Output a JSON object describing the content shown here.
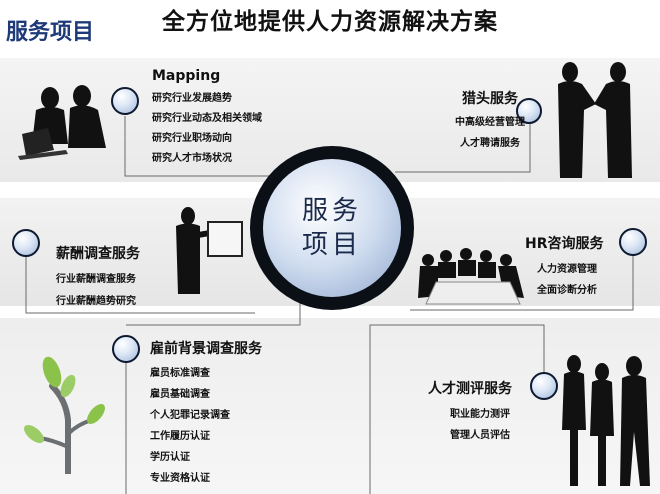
{
  "header": {
    "title": "全方位地提供人力资源解决方案",
    "section_label": "服务项目"
  },
  "hub": {
    "line1": "服务",
    "line2": "项目"
  },
  "services": [
    {
      "title": "Mapping",
      "items": [
        "研究行业发展趋势",
        "研究行业动态及相关领域",
        "研究行业职场动向",
        "研究人才市场状况"
      ]
    },
    {
      "title": "猎头服务",
      "items": [
        "中高级经营管理",
        "人才聘请服务"
      ]
    },
    {
      "title": "薪酬调查服务",
      "items": [
        "行业薪酬调查服务",
        "行业薪酬趋势研究"
      ]
    },
    {
      "title": "HR咨询服务",
      "items": [
        "人力资源管理",
        "全面诊断分析"
      ]
    },
    {
      "title": "雇前背景调查服务",
      "items": [
        "雇员标准调查",
        "雇员基础调查",
        "个人犯罪记录调查",
        "工作履历认证",
        "学历认证",
        "专业资格认证"
      ]
    },
    {
      "title": "人才测评服务",
      "items": [
        "职业能力测评",
        "管理人员评估"
      ]
    }
  ],
  "colors": {
    "accent": "#1f3a78",
    "hub_ring": "#0b0f16",
    "band": "#ececec"
  }
}
